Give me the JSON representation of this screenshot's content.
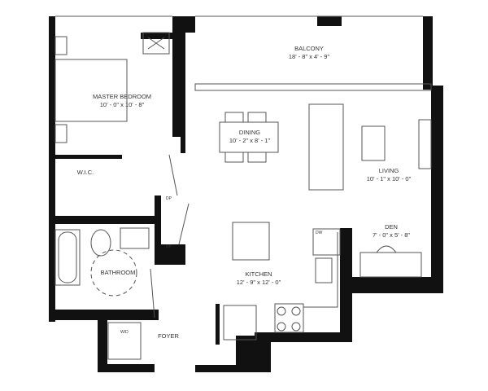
{
  "rooms": {
    "balcony": {
      "name": "BALCONY",
      "size": "18' - 8\" x 4' - 9\""
    },
    "master_bedroom": {
      "name": "MASTER BEDROOM",
      "size": "10' - 0\" x 10' - 8\""
    },
    "dining": {
      "name": "DINING",
      "size": "10' - 2\" x 8' - 1\""
    },
    "living": {
      "name": "LIVING",
      "size": "10' - 1\" x 10' - 0\""
    },
    "wic": {
      "name": "W.I.C."
    },
    "den": {
      "name": "DEN",
      "size": "7' - 0\" x 5' - 8\""
    },
    "bathroom": {
      "name": "BATHROOM"
    },
    "kitchen": {
      "name": "KITCHEN",
      "size": "12' - 9\" x 12' - 0\""
    },
    "foyer": {
      "name": "FOYER"
    }
  },
  "fixtures": {
    "dishwasher": "DW",
    "washer_dryer": "W/D",
    "duct_1": "DP",
    "duct_2": "DP"
  },
  "colors": {
    "wall": "#111111",
    "line": "#555555",
    "background": "#ffffff"
  }
}
